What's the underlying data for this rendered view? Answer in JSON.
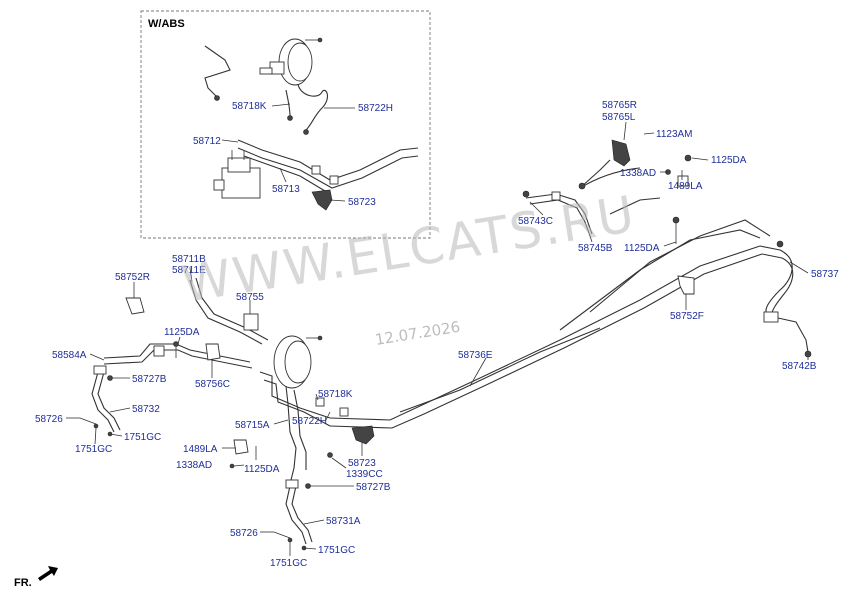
{
  "inset_title": "W/ABS",
  "watermark": "WWW.ELCATS.RU",
  "date_stamp": "12.07.2026",
  "direction_label": "FR.",
  "labels": {
    "ins_58718K": "58718K",
    "ins_58722H": "58722H",
    "ins_58712": "58712",
    "ins_58713": "58713",
    "ins_58723": "58723",
    "l_58765R": "58765R",
    "l_58765L": "58765L",
    "l_1123AM": "1123AM",
    "l_1338AD_r": "1338AD",
    "l_1125DA_r": "1125DA",
    "l_1489LA_r": "1489LA",
    "l_58743C": "58743C",
    "l_58745B": "58745B",
    "l_1125DA_r2": "1125DA",
    "l_58737": "58737",
    "l_58752F": "58752F",
    "l_58742B": "58742B",
    "l_58711B": "58711B",
    "l_58711E": "58711E",
    "l_58752R": "58752R",
    "l_58755": "58755",
    "l_1125DA_m": "1125DA",
    "l_58584A": "58584A",
    "l_58727B_l": "58727B",
    "l_58756C": "58756C",
    "l_58732": "58732",
    "l_58726_l": "58726",
    "l_1751GC_l1": "1751GC",
    "l_1751GC_l2": "1751GC",
    "l_58736E": "58736E",
    "l_58718K": "58718K",
    "l_58722H": "58722H",
    "l_58715A": "58715A",
    "l_1489LA": "1489LA",
    "l_1338AD": "1338AD",
    "l_1125DA_b": "1125DA",
    "l_58723": "58723",
    "l_1339CC": "1339CC",
    "l_58727B_b": "58727B",
    "l_58731A": "58731A",
    "l_58726_b": "58726",
    "l_1751GC_b1": "1751GC",
    "l_1751GC_b2": "1751GC"
  }
}
